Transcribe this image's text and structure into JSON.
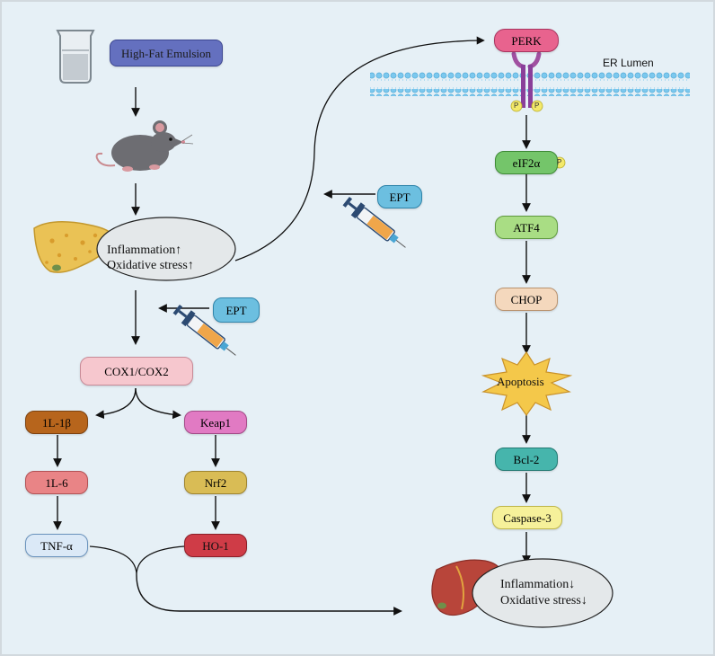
{
  "colors": {
    "background": "#e6f0f6",
    "border": "#d2d9de",
    "arrow": "#111111",
    "membrane": "#6ec3ea"
  },
  "left_pathway": {
    "start": "High-Fat Emulsion",
    "liver_state": [
      "Inflammation↑",
      "Oxidative stress↑"
    ],
    "treatment": "EPT",
    "target": "COX1/COX2",
    "inflammatory_branch": [
      "1L-1β",
      "1L-6",
      "TNF-α"
    ],
    "oxidative_branch": [
      "Keap1",
      "Nrf2",
      "HO-1"
    ]
  },
  "right_pathway": {
    "receptor": "PERK",
    "compartment": "ER Lumen",
    "phospho": "P",
    "treatment": "EPT",
    "cascade": [
      "eIF2α",
      "ATF4",
      "CHOP",
      "Apoptosis",
      "Bcl-2",
      "Caspase-3"
    ],
    "outcome": [
      "Inflammation↓",
      "Oxidative stress↓"
    ]
  },
  "icons": [
    "beaker-icon",
    "mouse-icon",
    "fatty-liver-icon",
    "syringe-icon",
    "healthy-liver-icon",
    "perk-receptor-icon"
  ]
}
